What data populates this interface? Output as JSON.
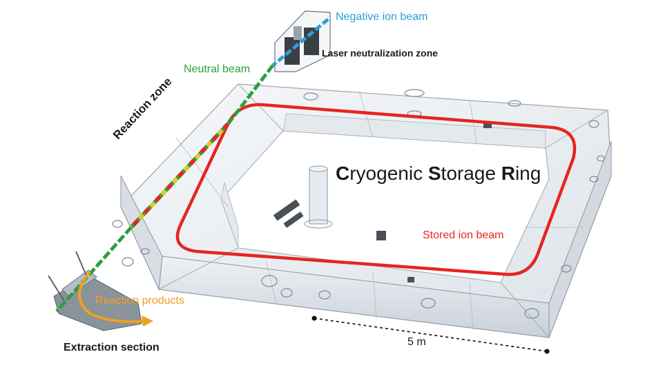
{
  "title": {
    "parts": [
      {
        "letter": "C",
        "rest": "ryogenic "
      },
      {
        "letter": "S",
        "rest": "torage "
      },
      {
        "letter": "R",
        "rest": "ing"
      }
    ]
  },
  "labels": {
    "negative_ion_beam": "Negative ion beam",
    "laser_neutralization_zone": "Laser neutralization zone",
    "neutral_beam": "Neutral beam",
    "reaction_zone": "Reaction zone",
    "stored_ion_beam": "Stored ion beam",
    "reaction_products": "Reaction products",
    "extraction_section": "Extraction section",
    "scale": "5 m"
  },
  "colors": {
    "negative_ion_beam": "#2a9fd8",
    "neutral_beam": "#2e9e3e",
    "stored_ion_beam": "#e52521",
    "reaction_products": "#f0a020",
    "dark_text": "#1a1a1a"
  }
}
